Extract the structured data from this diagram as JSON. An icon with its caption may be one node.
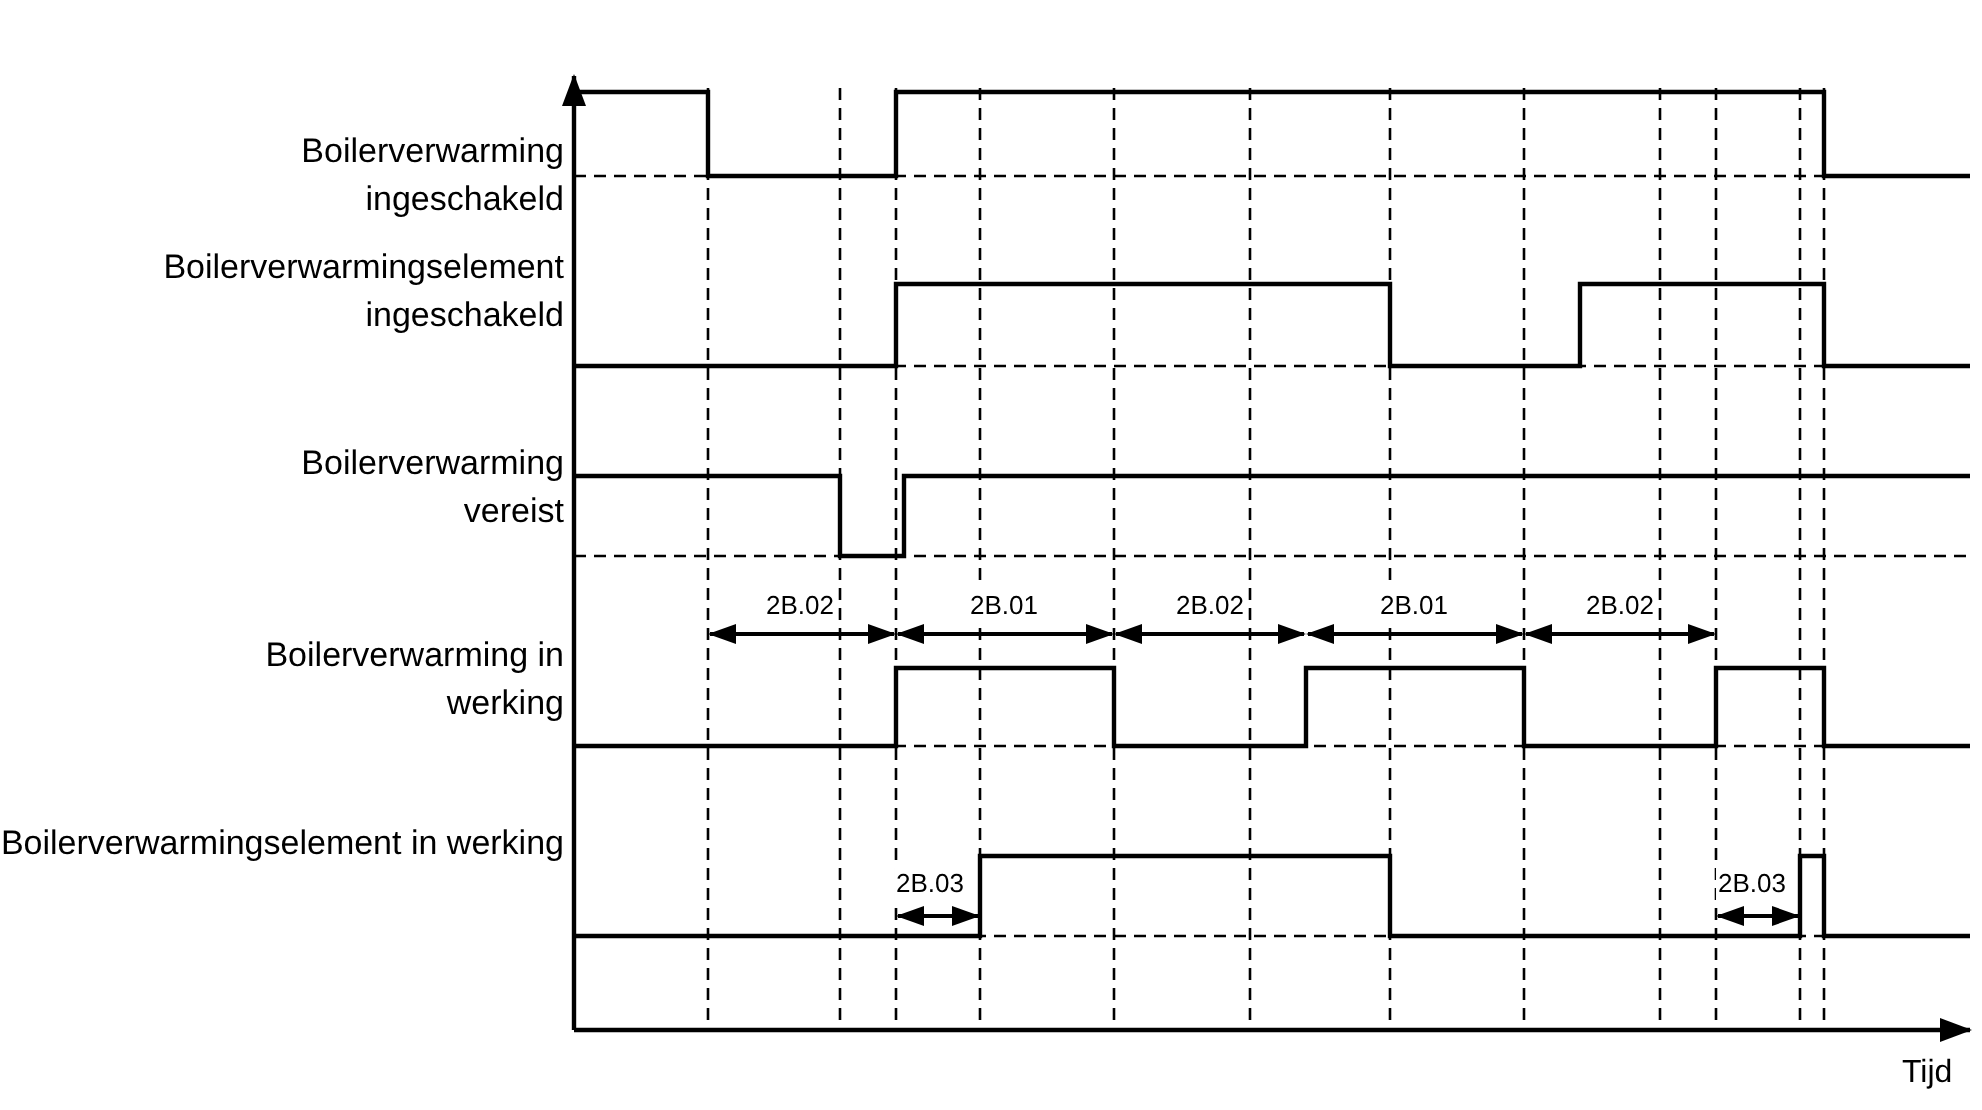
{
  "diagram": {
    "labels": [
      "Boilerverwarming ingeschakeld",
      "Boilerverwarmingselement ingeschakeld",
      "Boilerverwarming vereist",
      "2B.02",
      "2B.01",
      "2B.02",
      "2B.01",
      "2B.02",
      "Boilerverwarming in werking",
      "2B.03",
      "2B.03",
      "Boilerverwarmingselement in werking",
      "Tijd"
    ]
  }
}
